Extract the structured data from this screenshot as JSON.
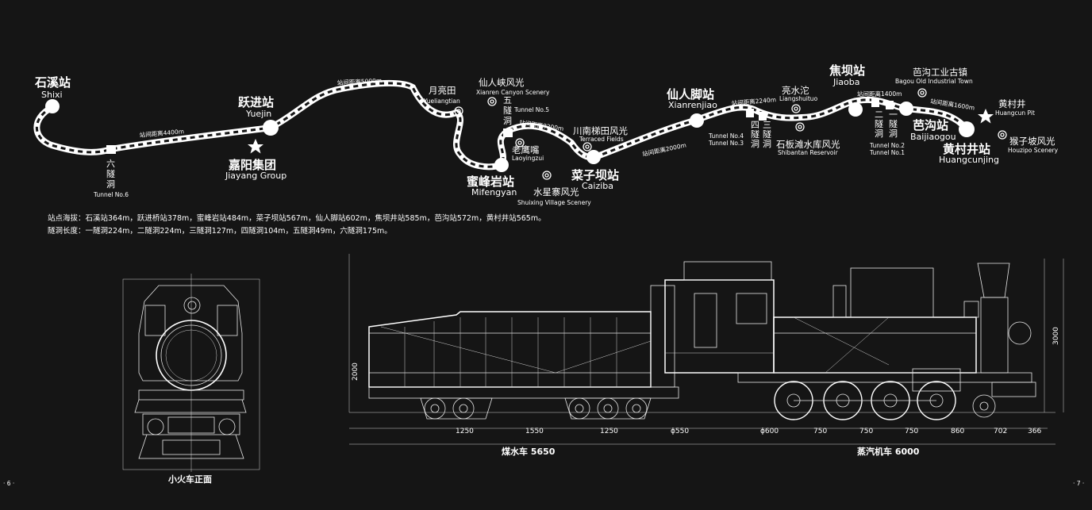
{
  "stations": [
    {
      "cn": "石溪站",
      "en": "Shixi"
    },
    {
      "cn": "跃进站",
      "en": "Yuejin"
    },
    {
      "cn": "蜜峰岩站",
      "en": "Mifengyan"
    },
    {
      "cn": "菜子坝站",
      "en": "Caiziba"
    },
    {
      "cn": "仙人脚站",
      "en": "Xianrenjiao"
    },
    {
      "cn": "焦坝站",
      "en": "Jiaoba"
    },
    {
      "cn": "芭沟站",
      "en": "Baijiaogou"
    },
    {
      "cn": "黄村井站",
      "en": "Huangcunjing"
    }
  ],
  "stops": [
    {
      "cn": "月亮田",
      "en": "Yueliangtian"
    },
    {
      "cn": "老鹰嘴",
      "en": "Laoyingzui"
    },
    {
      "cn": "亮水沱",
      "en": "Liangshuituo"
    },
    {
      "cn": "黄村井",
      "en": "Huangcun Pit"
    }
  ],
  "sceneries": [
    {
      "cn": "仙人峡风光",
      "en": "Xianren Canyon Scenery"
    },
    {
      "cn": "川南梯田风光",
      "en": "Terraced Fields"
    },
    {
      "cn": "水星寨风光",
      "en": "Shuixing Village Scenery"
    },
    {
      "cn": "石板滩水库风光",
      "en": "Shibantan Reservoir"
    },
    {
      "cn": "芭沟工业古镇",
      "en": "Bagou Old Industrial Town"
    },
    {
      "cn": "猴子坡风光",
      "en": "Houzipo Scenery"
    }
  ],
  "landmark": {
    "cn": "嘉阳集团",
    "en": "Jiayang Group"
  },
  "tunnels": [
    {
      "cn": "六隧洞",
      "en": "Tunnel No.6"
    },
    {
      "cn": "五隧洞",
      "en": "Tunnel No.5"
    },
    {
      "cn_a": "四隧洞",
      "cn_b": "三隧洞",
      "en": "Tunnel No.4",
      "en_b": "Tunnel No.3"
    },
    {
      "cn_a": "二隧洞",
      "cn_b": "一隧洞",
      "en": "Tunnel No.2",
      "en_b": "Tunnel No.1"
    }
  ],
  "distances": [
    "站间距离4400m",
    "站间距离5000m",
    "站间距离3200m",
    "站间距离2000m",
    "站间距离2240m",
    "站间距离1400m",
    "站间距离1600m"
  ],
  "notes": {
    "altitude": "站点海拔：石溪站364m，跃进桥站378m，蜜峰岩站484m，菜子坝站567m，仙人脚站602m，焦坝井站585m，芭沟站572m，黄村井站565m。",
    "tunnel_length": "隧洞长度：一隧洞224m，二隧洞224m，三隧洞127m，四隧洞104m，五隧洞49m，六隧洞175m。"
  },
  "drawing": {
    "front_caption": "小火车正面",
    "tender_caption": "煤水车 5650",
    "loco_caption": "蒸汽机车 6000",
    "height_left": "2000",
    "height_right": "3000",
    "dims": [
      "1250",
      "1550",
      "1250",
      "ϕ550",
      "ϕ600",
      "750",
      "750",
      "750",
      "860",
      "702",
      "366"
    ]
  },
  "pages": {
    "left": "· 6 ·",
    "right": "· 7 ·"
  }
}
